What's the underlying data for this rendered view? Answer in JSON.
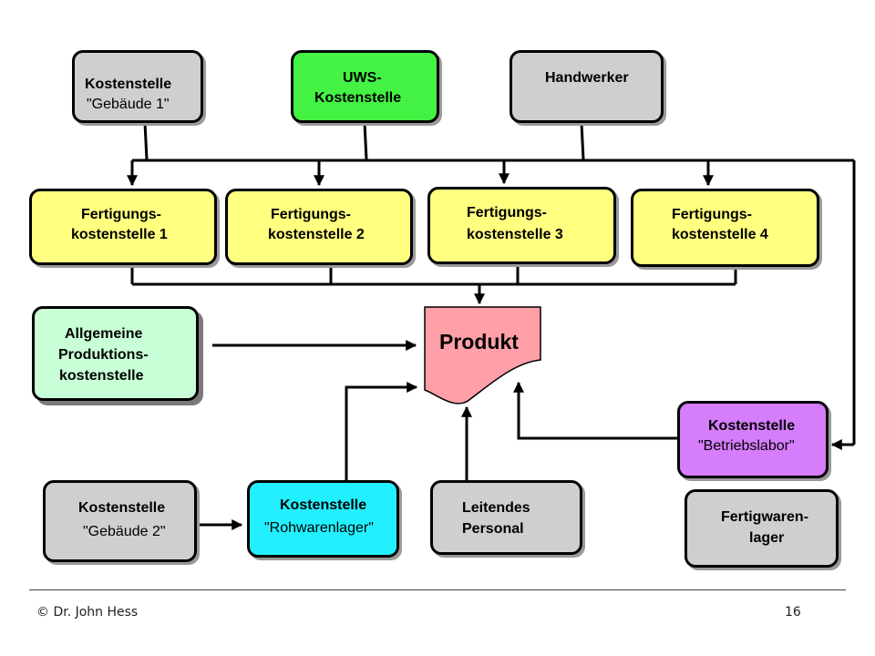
{
  "nodes": {
    "gebaeude1": {
      "line1": "Kostenstelle",
      "line2": "\"Gebäude 1\""
    },
    "uws": {
      "line1": "UWS-",
      "line2": "Kostenstelle"
    },
    "handwerker": {
      "line1": "Handwerker"
    },
    "fert1": {
      "line1": "Fertigungs-",
      "line2": "kostenstelle 1"
    },
    "fert2": {
      "line1": "Fertigungs-",
      "line2": "kostenstelle 2"
    },
    "fert3": {
      "line1": "Fertigungs-",
      "line2": "kostenstelle 3"
    },
    "fert4": {
      "line1": "Fertigungs-",
      "line2": "kostenstelle 4"
    },
    "allgemeine": {
      "line1": "Allgemeine",
      "line2": "Produktions-",
      "line3": "kostenstelle"
    },
    "produkt": {
      "label": "Produkt"
    },
    "betriebslabor": {
      "line1": "Kostenstelle",
      "line2": "\"Betriebslabor\""
    },
    "gebaeude2": {
      "line1": "Kostenstelle",
      "line2": "\"Gebäude 2\""
    },
    "rohwarenlager": {
      "line1": "Kostenstelle",
      "line2": "\"Rohwarenlager\""
    },
    "leitendes": {
      "line1": "Leitendes",
      "line2": "Personal"
    },
    "fertigwaren": {
      "line1": "Fertigwaren-",
      "line2": "lager"
    }
  },
  "colors": {
    "gray": "#cfcfcf",
    "yellow": "#ffff80",
    "green": "#44f244",
    "mint": "#c8ffd6",
    "cyan": "#22f0ff",
    "purple": "#d57dfb",
    "produkt": "#ffa0a8"
  },
  "footer": {
    "copyright": "© Dr. John Hess",
    "page": "16"
  }
}
